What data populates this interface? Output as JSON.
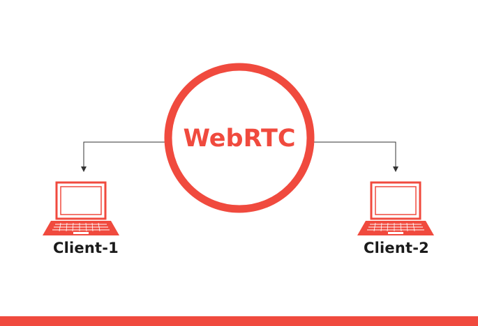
{
  "center_node": {
    "label": "WebRTC"
  },
  "clients": [
    {
      "label": "Client-1"
    },
    {
      "label": "Client-2"
    }
  ],
  "colors": {
    "accent": "#f04a3e",
    "text": "#1a1a1a",
    "line": "#333333",
    "background": "#ffffff"
  }
}
